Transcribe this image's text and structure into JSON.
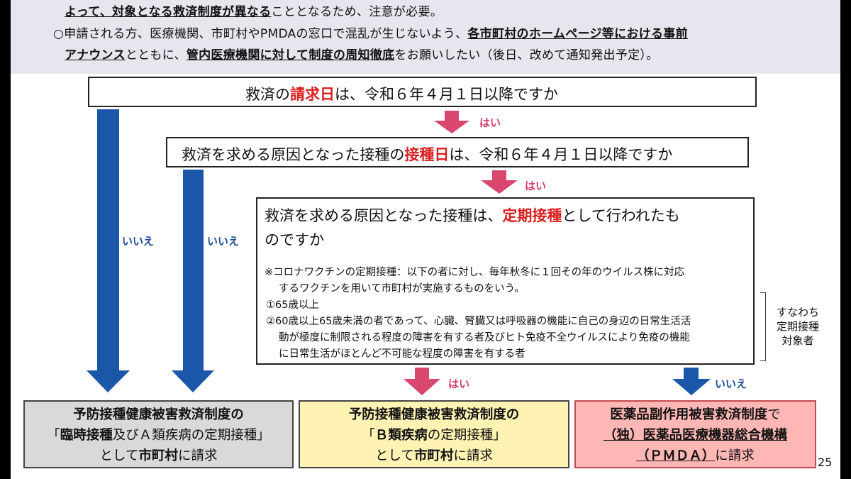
{
  "header": {
    "line1": {
      "part1": "よって、対象となる救済制度が異なる",
      "part2": "こととなるため、注意が必要。"
    },
    "line2": {
      "part1": "○申請される方、医療機関、市町村やPMDAの窓口で混乱が生じないよう、",
      "part2": "各市町村のホームページ等における事前"
    },
    "line3": {
      "part1": "アナウンス",
      "part2": "とともに、",
      "part3": "管内医療機関に対して制度の周知徹底",
      "part4": "をお願いしたい（後日、改めて通知発出予定）。"
    }
  },
  "q1": {
    "pre": "救済の",
    "hl": "請求日",
    "post": "は、令和６年４月１日以降ですか"
  },
  "q2": {
    "pre": "救済を求める原因となった接種の",
    "hl": "接種日",
    "post": "は、令和６年４月１日以降ですか"
  },
  "q3": {
    "line1_pre": "救済を求める原因となった接種は、",
    "line1_hl": "定期接種",
    "line1_post": "として行われたも",
    "line2": "のですか",
    "note1": "※コロナワクチンの定期接種：以下の者に対し、毎年秋冬に１回その年のウイルス株に対応",
    "note2": "するワクチンを用いて市町村が実施するものをいう。",
    "item1": "①65歳以上",
    "item2a": "②60歳以上65歳未満の者であって、心臓、腎臓又は呼吸器の機能に自己の身辺の日常生活活",
    "item2b": "動が極度に制限される程度の障害を有する者及びヒト免疫不全ウイルスにより免疫の機能",
    "item2c": "に日常生活がほとんど不可能な程度の障害を有する者"
  },
  "bracket_label": {
    "l1": "すなわち",
    "l2": "定期接種",
    "l3": "対象者"
  },
  "labels": {
    "yes": "はい",
    "no": "いいえ"
  },
  "results": {
    "r1": {
      "l1": "予防接種健康被害救済制度の",
      "l2_pre": "「",
      "l2_b": "臨時接種",
      "l2_mid": "及びＡ類疾病の定期接種",
      "l2_post": "」",
      "l3_pre": "として",
      "l3_b": "市町村",
      "l3_post": "に請求"
    },
    "r2": {
      "l1": "予防接種健康被害救済制度の",
      "l2_pre": "「",
      "l2_b": "Ｂ類疾病",
      "l2_post": "の定期接種」",
      "l3_pre": "として",
      "l3_b": "市町村",
      "l3_post": "に請求"
    },
    "r3": {
      "l1_b": "医薬品副作用被害救済制度",
      "l1_post": "で",
      "l2_b": "（独）医薬品医療機器総合機構",
      "l3_b": "（ＰＭＤＡ）",
      "l3_post": "に請求"
    }
  },
  "page_number": "25",
  "colors": {
    "yes_arrow": "#d9476f",
    "no_arrow": "#1a57a8",
    "highlight": "#d8201f"
  }
}
